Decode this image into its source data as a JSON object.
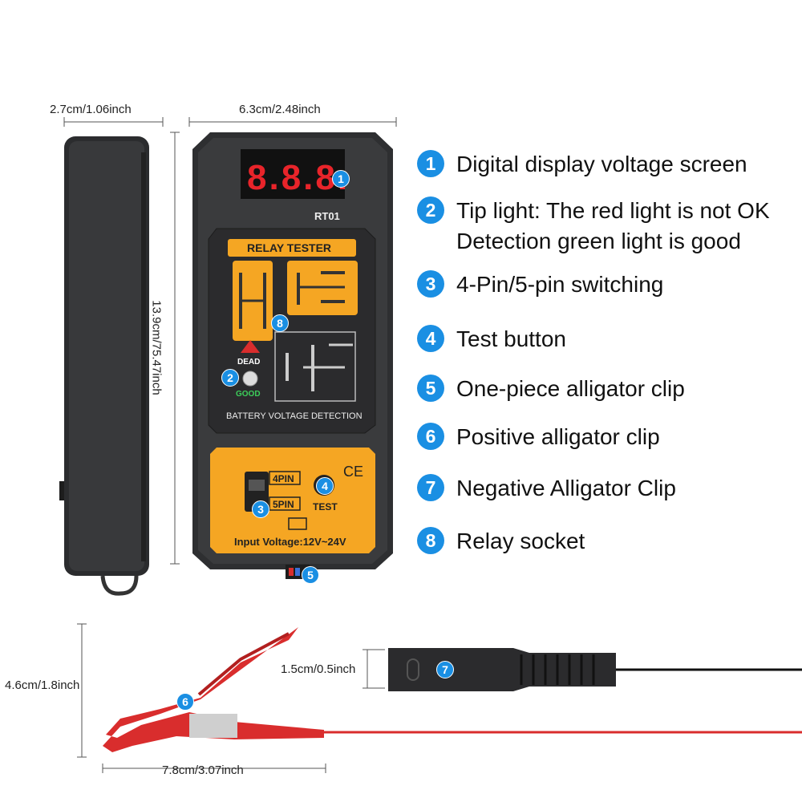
{
  "dimensions": {
    "side_width": "2.7cm/1.06inch",
    "front_width": "6.3cm/2.48inch",
    "height": "13.9cm/75.47inch",
    "clip_height": "4.6cm/1.8inch",
    "clip_length": "7.8cm/3.07inch",
    "neg_clip_height": "1.5cm/0.5inch"
  },
  "device": {
    "display": "8.8.8.",
    "model": "RT01",
    "relay_tester_label": "RELAY TESTER",
    "dead_label": "DEAD",
    "good_label": "GOOD",
    "battery_label": "BATTERY VOLTAGE DETECTION",
    "pin4_label": "4PIN",
    "pin5_label": "5PIN",
    "test_label": "TEST",
    "ce_mark": "CE",
    "input_voltage": "Input Voltage:12V~24V"
  },
  "features": [
    {
      "num": "1",
      "text": "Digital display voltage screen"
    },
    {
      "num": "2",
      "text": "Tip light: The red light is not OK"
    },
    {
      "num": "",
      "text": "Detection green light is good"
    },
    {
      "num": "3",
      "text": "4-Pin/5-pin switching"
    },
    {
      "num": "4",
      "text": "Test button"
    },
    {
      "num": "5",
      "text": "One-piece alligator clip"
    },
    {
      "num": "6",
      "text": "Positive alligator clip"
    },
    {
      "num": "7",
      "text": "Negative Alligator Clip"
    },
    {
      "num": "8",
      "text": "Relay socket"
    }
  ],
  "callouts": [
    "1",
    "2",
    "3",
    "4",
    "5",
    "6",
    "7",
    "8"
  ],
  "colors": {
    "accent_blue": "#1a8fe3",
    "device_body": "#2e2f31",
    "panel_yellow": "#f5a623",
    "led_red": "#e8242a",
    "clip_red": "#d92d2d"
  }
}
